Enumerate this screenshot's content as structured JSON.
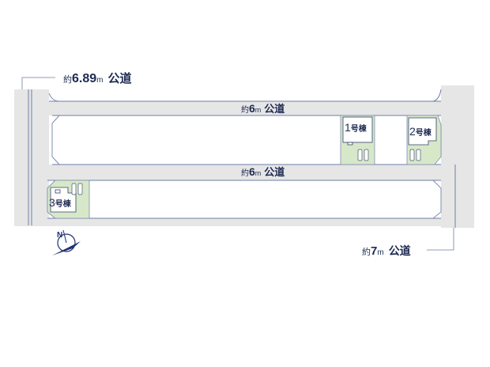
{
  "roads": {
    "west": {
      "prefix": "約",
      "width": "6.89",
      "unit": "m",
      "type": "公道"
    },
    "north": {
      "prefix": "約",
      "width": "6",
      "unit": "m",
      "type": "公道"
    },
    "middle": {
      "prefix": "約",
      "width": "6",
      "unit": "m",
      "type": "公道"
    },
    "east": {
      "prefix": "約",
      "width": "7",
      "unit": "m",
      "type": "公道"
    }
  },
  "lots": [
    {
      "number": "1",
      "suffix": "号棟"
    },
    {
      "number": "2",
      "suffix": "号棟"
    },
    {
      "number": "3",
      "suffix": "号棟"
    }
  ],
  "compass": {
    "north_letter": "N"
  },
  "colors": {
    "lot_fill": "#d7e8c9",
    "road_fill": "#e6e6e6",
    "text": "#1d2a52",
    "compass": "#1f3370"
  }
}
